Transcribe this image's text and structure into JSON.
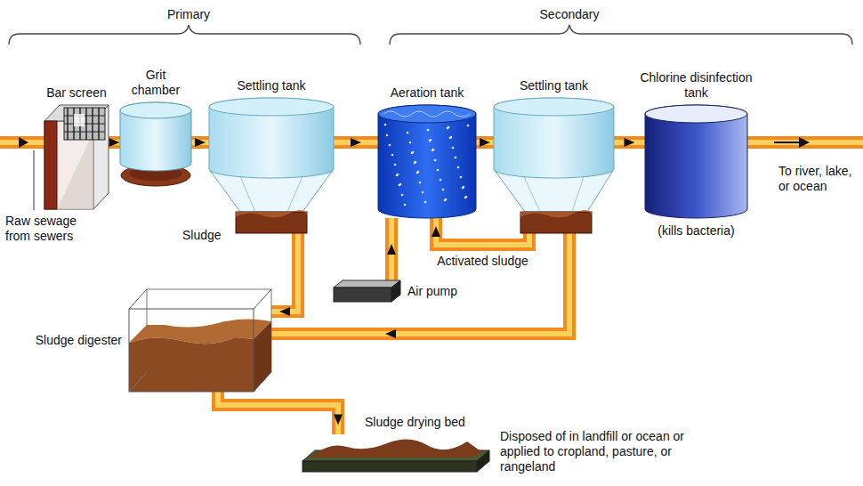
{
  "diagram": {
    "nodes": [
      {
        "text": [
          "Bar screen"
        ]
      },
      {
        "text": [
          "Grit chamber"
        ]
      },
      {
        "text": [
          "Settling tank"
        ]
      },
      {
        "text": [
          "Aeration tank"
        ]
      },
      {
        "text": [
          "Settling tank"
        ]
      },
      {
        "text": [
          "Chlorine disinfection tank",
          "(kills bacteria)"
        ]
      },
      {
        "text": [
          "Air pump"
        ]
      },
      {
        "text": [
          "Sludge digester"
        ]
      },
      {
        "text": [
          "Sludge drying bed"
        ]
      }
    ],
    "edges": [
      {
        "from": 0,
        "to": 1,
        "arrow": "to"
      },
      {
        "from": 1,
        "to": 2,
        "arrow": "to"
      },
      {
        "from": 2,
        "to": 3,
        "arrow": "to"
      },
      {
        "from": 3,
        "to": 4,
        "arrow": "to"
      },
      {
        "from": 4,
        "to": 5,
        "arrow": "to"
      },
      {
        "from": 4,
        "to": 3,
        "label": "Activated sludge",
        "arrow": "to"
      },
      {
        "from": 6,
        "to": 3,
        "arrow": "to"
      },
      {
        "from": 2,
        "to": 7,
        "arrow": "to"
      },
      {
        "from": 4,
        "to": 7,
        "arrow": "to"
      },
      {
        "from": 7,
        "to": 8,
        "arrow": "to"
      }
    ],
    "labels": [
      "Primary",
      "Secondary",
      "Raw sewage from sewers",
      "Sludge",
      "To river, lake, or ocean",
      "Disposed of in landfill or ocean or applied to cropland, pasture, or rangeland"
    ]
  }
}
